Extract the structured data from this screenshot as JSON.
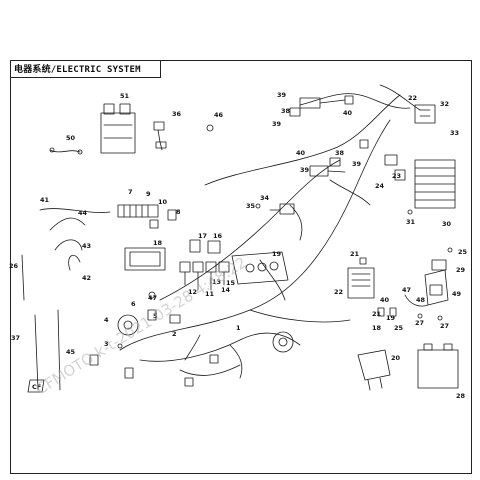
{
  "title": "电器系统/ELECTRIC SYSTEM",
  "watermark": "CFMOTO k-t-2021-03-28 4:48:22",
  "logo_text": "CF",
  "callouts": [
    "1",
    "2",
    "3",
    "4",
    "5",
    "6",
    "7",
    "8",
    "9",
    "10",
    "11",
    "12",
    "13",
    "14",
    "15",
    "16",
    "17",
    "18",
    "19",
    "20",
    "21",
    "22",
    "23",
    "24",
    "25",
    "26",
    "27",
    "28",
    "29",
    "30",
    "31",
    "32",
    "33",
    "34",
    "35",
    "36",
    "37",
    "38",
    "39",
    "40",
    "41",
    "42",
    "43",
    "44",
    "45",
    "46",
    "47",
    "48",
    "49",
    "50",
    "51"
  ],
  "colors": {
    "line": "#1a1a1a",
    "watermark": "#b0b0b0",
    "background": "#ffffff"
  }
}
